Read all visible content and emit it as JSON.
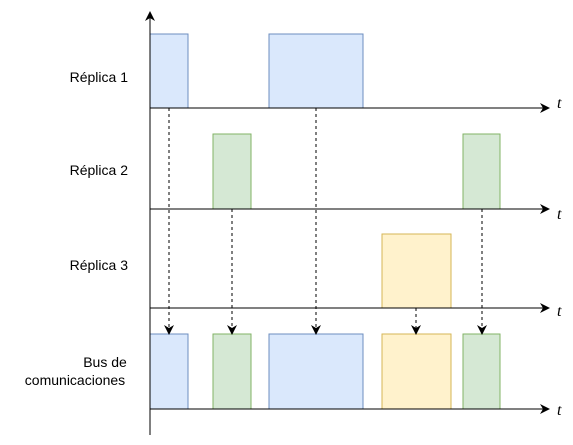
{
  "rows": [
    {
      "label_lines": [
        "Réplica 1"
      ],
      "axis_label": "t"
    },
    {
      "label_lines": [
        "Réplica 2"
      ],
      "axis_label": "t"
    },
    {
      "label_lines": [
        "Réplica 3"
      ],
      "axis_label": "t"
    },
    {
      "label_lines": [
        "Bus de",
        "comunicaciones"
      ],
      "axis_label": "t"
    }
  ],
  "colors": {
    "replica1_fill": "#dae8fc",
    "replica1_stroke": "#6c8ebf",
    "replica2_fill": "#d5e8d4",
    "replica2_stroke": "#82b366",
    "replica3_fill": "#fff2cc",
    "replica3_stroke": "#d6b656",
    "axis": "#000000"
  }
}
